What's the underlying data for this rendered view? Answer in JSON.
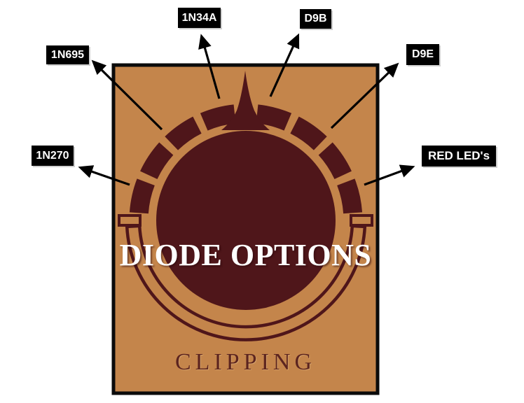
{
  "knob": {
    "title": "DIODE OPTIONS",
    "subtitle": "CLIPPING"
  },
  "callouts": [
    {
      "label": "1N270"
    },
    {
      "label": "1N695"
    },
    {
      "label": "1N34A"
    },
    {
      "label": "D9B"
    },
    {
      "label": "D9E"
    },
    {
      "label": "RED LED's"
    }
  ],
  "colors": {
    "panel_tan": "#C4854B",
    "knob_maroon": "#4F161A",
    "panel_border": "#0B0B0B",
    "callout_bg": "#000000",
    "callout_text": "#FFFFFF",
    "arrow": "#000000",
    "title_text": "#FFFFFF",
    "subtitle_text": "#5C241F"
  }
}
